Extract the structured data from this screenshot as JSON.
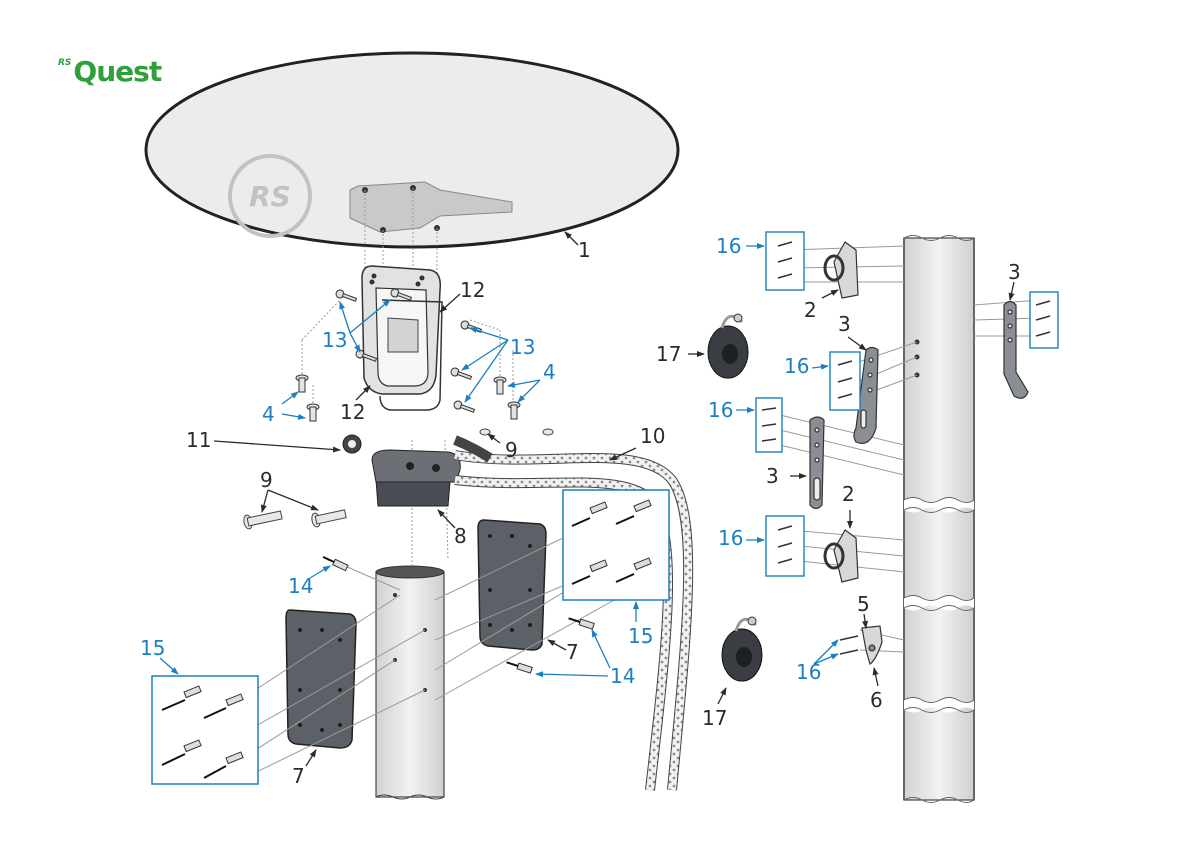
{
  "brand": {
    "prefix": "RS",
    "name": "Quest",
    "color": "#2fa13a"
  },
  "deck_badge": "RS",
  "colors": {
    "callout_black": "#2b2b2b",
    "callout_blue": "#1b7fc0",
    "part_grey": "#55595f",
    "mast_fill": "#e7e7e7"
  },
  "callouts": [
    {
      "id": "c1",
      "text": "1",
      "color": "black"
    },
    {
      "id": "c12a",
      "text": "12",
      "color": "black"
    },
    {
      "id": "c12b",
      "text": "12",
      "color": "black"
    },
    {
      "id": "c13a",
      "text": "13",
      "color": "blue"
    },
    {
      "id": "c13b",
      "text": "13",
      "color": "blue"
    },
    {
      "id": "c4a",
      "text": "4",
      "color": "blue"
    },
    {
      "id": "c4b",
      "text": "4",
      "color": "blue"
    },
    {
      "id": "c11",
      "text": "11",
      "color": "black"
    },
    {
      "id": "c9a",
      "text": "9",
      "color": "black"
    },
    {
      "id": "c9b",
      "text": "9",
      "color": "black"
    },
    {
      "id": "c10",
      "text": "10",
      "color": "black"
    },
    {
      "id": "c8",
      "text": "8",
      "color": "black"
    },
    {
      "id": "c14a",
      "text": "14",
      "color": "blue"
    },
    {
      "id": "c14b",
      "text": "14",
      "color": "blue"
    },
    {
      "id": "c15a",
      "text": "15",
      "color": "blue"
    },
    {
      "id": "c15b",
      "text": "15",
      "color": "blue"
    },
    {
      "id": "c7a",
      "text": "7",
      "color": "black"
    },
    {
      "id": "c7b",
      "text": "7",
      "color": "black"
    },
    {
      "id": "c16a",
      "text": "16",
      "color": "blue"
    },
    {
      "id": "c16b",
      "text": "16",
      "color": "blue"
    },
    {
      "id": "c16c",
      "text": "16",
      "color": "blue"
    },
    {
      "id": "c16d",
      "text": "16",
      "color": "blue"
    },
    {
      "id": "c16e",
      "text": "16",
      "color": "blue"
    },
    {
      "id": "c2a",
      "text": "2",
      "color": "black"
    },
    {
      "id": "c2b",
      "text": "2",
      "color": "black"
    },
    {
      "id": "c3a",
      "text": "3",
      "color": "black"
    },
    {
      "id": "c3b",
      "text": "3",
      "color": "black"
    },
    {
      "id": "c3c",
      "text": "3",
      "color": "black"
    },
    {
      "id": "c17a",
      "text": "17",
      "color": "black"
    },
    {
      "id": "c17b",
      "text": "17",
      "color": "black"
    },
    {
      "id": "c5",
      "text": "5",
      "color": "black"
    },
    {
      "id": "c6",
      "text": "6",
      "color": "black"
    }
  ]
}
